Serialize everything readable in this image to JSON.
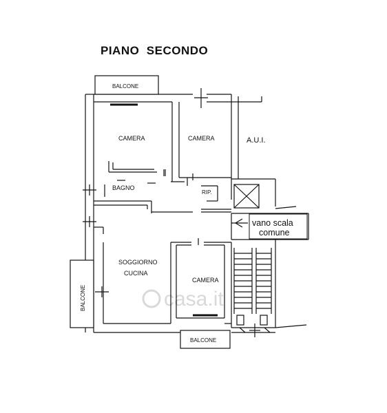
{
  "title": "PIANO  SECONDO",
  "rooms": {
    "camera_nw": "CAMERA",
    "camera_n": "CAMERA",
    "bagno": "BAGNO",
    "rip": "RIP.",
    "soggiorno": "SOGGIORNO",
    "cucina": "CUCINA",
    "camera_s": "CAMERA",
    "aui": "A.U.I."
  },
  "balconies": {
    "top": "BALCONE",
    "left": "BALCONE",
    "bottom": "BALCONE"
  },
  "stair": {
    "line1": "vano scala",
    "line2": "comune"
  },
  "watermark": "casa.it",
  "colors": {
    "line": "#111111",
    "watermark": "#d9d9d9"
  }
}
